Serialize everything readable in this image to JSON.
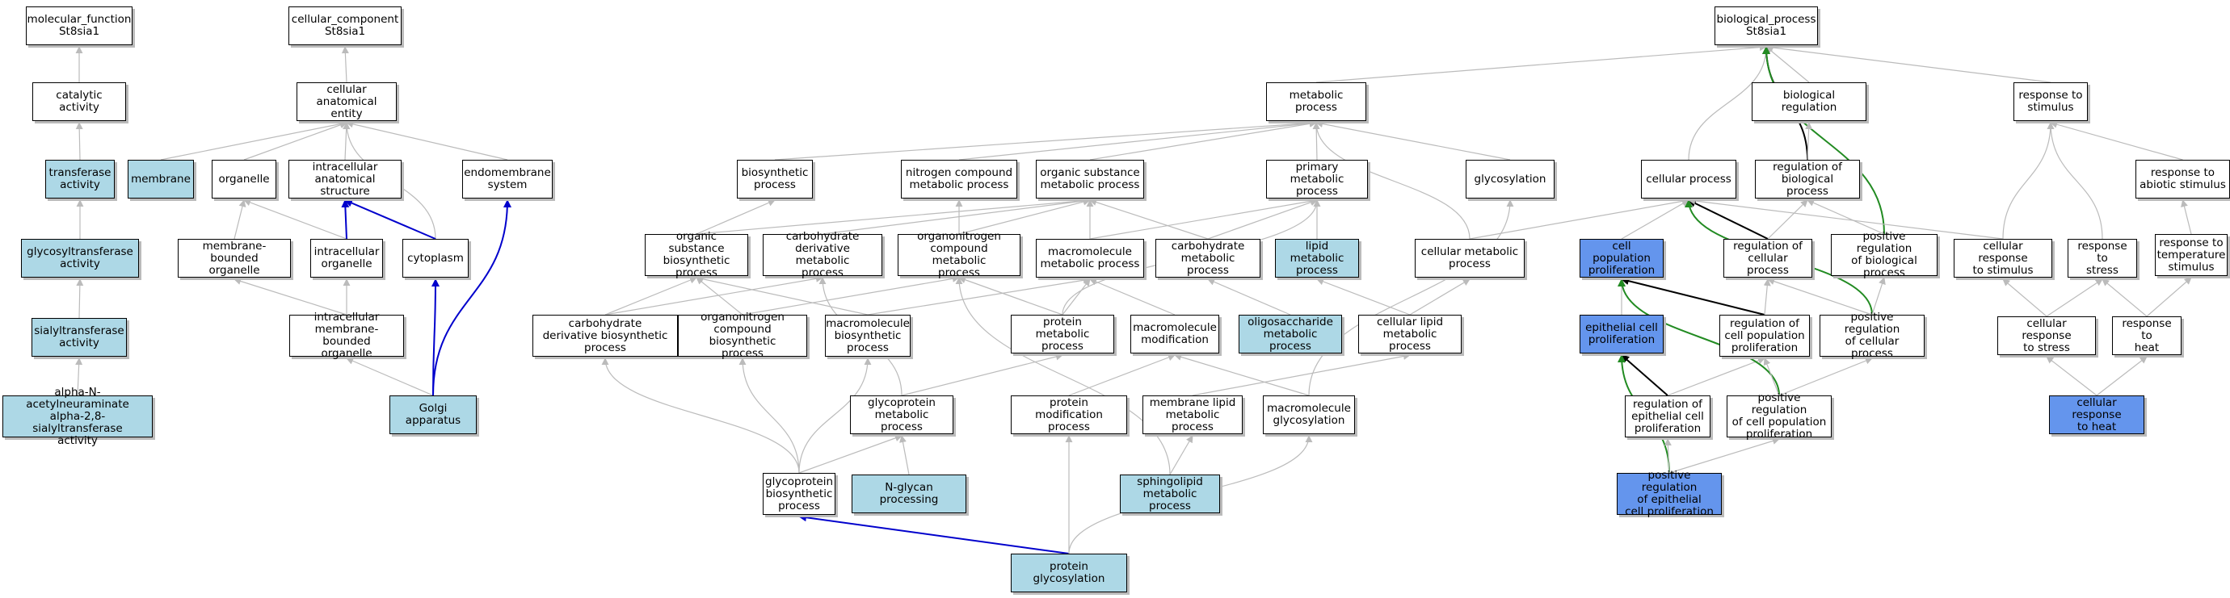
{
  "colors": {
    "plain": "#ffffff",
    "light_blue": "#add8e6",
    "focus_blue": "#6495ed",
    "edge_is_a": "#bbbbbb",
    "edge_part_of": "#0000cc",
    "edge_regulates": "#000000",
    "edge_pos_regulates": "#228b22"
  },
  "nodes": {
    "mf_root": {
      "label": "molecular_function\nSt8sia1",
      "style": "plain"
    },
    "catalytic": {
      "label": "catalytic activity",
      "style": "plain"
    },
    "transferase": {
      "label": "transferase\nactivity",
      "style": "light_blue"
    },
    "glycosyltransferase": {
      "label": "glycosyltransferase\nactivity",
      "style": "light_blue"
    },
    "sialyltransferase": {
      "label": "sialyltransferase\nactivity",
      "style": "light_blue"
    },
    "alpha_n": {
      "label": "alpha-N-acetylneuraminate\nalpha-2,8-sialyltransferase\nactivity",
      "style": "light_blue"
    },
    "cc_root": {
      "label": "cellular_component\nSt8sia1",
      "style": "plain"
    },
    "cae": {
      "label": "cellular anatomical\nentity",
      "style": "plain"
    },
    "membrane": {
      "label": "membrane",
      "style": "light_blue"
    },
    "organelle": {
      "label": "organelle",
      "style": "plain"
    },
    "ias": {
      "label": "intracellular\nanatomical structure",
      "style": "plain"
    },
    "endomembrane": {
      "label": "endomembrane\nsystem",
      "style": "plain"
    },
    "mbo": {
      "label": "membrane-bounded\norganelle",
      "style": "plain"
    },
    "io": {
      "label": "intracellular\norganelle",
      "style": "plain"
    },
    "cytoplasm": {
      "label": "cytoplasm",
      "style": "plain"
    },
    "imbo": {
      "label": "intracellular\nmembrane-bounded\norganelle",
      "style": "plain"
    },
    "golgi": {
      "label": "Golgi apparatus",
      "style": "light_blue"
    },
    "bp_root": {
      "label": "biological_process\nSt8sia1",
      "style": "plain"
    },
    "metabolic": {
      "label": "metabolic process",
      "style": "plain"
    },
    "bioreg": {
      "label": "biological regulation",
      "style": "plain"
    },
    "resp_stim": {
      "label": "response to\nstimulus",
      "style": "plain"
    },
    "biosynthetic": {
      "label": "biosynthetic\nprocess",
      "style": "plain"
    },
    "ncmp": {
      "label": "nitrogen compound\nmetabolic process",
      "style": "plain"
    },
    "osmp": {
      "label": "organic substance\nmetabolic process",
      "style": "plain"
    },
    "pmp": {
      "label": "primary metabolic\nprocess",
      "style": "plain"
    },
    "glycosylation": {
      "label": "glycosylation",
      "style": "plain"
    },
    "cellular_process": {
      "label": "cellular process",
      "style": "plain"
    },
    "reg_bp": {
      "label": "regulation of\nbiological process",
      "style": "plain"
    },
    "resp_abiotic": {
      "label": "response to\nabiotic stimulus",
      "style": "plain"
    },
    "osbp": {
      "label": "organic substance\nbiosynthetic\nprocess",
      "style": "plain"
    },
    "cdmp": {
      "label": "carbohydrate\nderivative metabolic\nprocess",
      "style": "plain"
    },
    "ocmp": {
      "label": "organonitrogen\ncompound metabolic\nprocess",
      "style": "plain"
    },
    "mmp": {
      "label": "macromolecule\nmetabolic process",
      "style": "plain"
    },
    "carb_mp": {
      "label": "carbohydrate\nmetabolic process",
      "style": "plain"
    },
    "lipid_mp": {
      "label": "lipid metabolic\nprocess",
      "style": "light_blue"
    },
    "cell_mp": {
      "label": "cellular metabolic\nprocess",
      "style": "plain"
    },
    "cpp": {
      "label": "cell population\nproliferation",
      "style": "focus_blue"
    },
    "reg_cp": {
      "label": "regulation of\ncellular process",
      "style": "plain"
    },
    "pos_reg_bp": {
      "label": "positive regulation\nof biological\nprocess",
      "style": "plain"
    },
    "cell_resp_stim": {
      "label": "cellular response\nto stimulus",
      "style": "plain"
    },
    "resp_stress": {
      "label": "response to\nstress",
      "style": "plain"
    },
    "resp_temp": {
      "label": "response to\ntemperature\nstimulus",
      "style": "plain"
    },
    "cdbp": {
      "label": "carbohydrate\nderivative biosynthetic\nprocess",
      "style": "plain"
    },
    "ocbp": {
      "label": "organonitrogen\ncompound biosynthetic\nprocess",
      "style": "plain"
    },
    "macro_bp": {
      "label": "macromolecule\nbiosynthetic\nprocess",
      "style": "plain"
    },
    "protein_mp": {
      "label": "protein metabolic\nprocess",
      "style": "plain"
    },
    "macro_mod": {
      "label": "macromolecule\nmodification",
      "style": "plain"
    },
    "oligo_mp": {
      "label": "oligosaccharide\nmetabolic process",
      "style": "light_blue"
    },
    "cell_lipid_mp": {
      "label": "cellular lipid\nmetabolic process",
      "style": "plain"
    },
    "epi_prolif": {
      "label": "epithelial cell\nproliferation",
      "style": "focus_blue"
    },
    "reg_cpp": {
      "label": "regulation of\ncell population\nproliferation",
      "style": "plain"
    },
    "pos_reg_cp": {
      "label": "positive regulation\nof cellular\nprocess",
      "style": "plain"
    },
    "cell_resp_stress": {
      "label": "cellular response\nto stress",
      "style": "plain"
    },
    "resp_heat": {
      "label": "response to\nheat",
      "style": "plain"
    },
    "glycoprotein_mp": {
      "label": "glycoprotein\nmetabolic process",
      "style": "plain"
    },
    "protein_mod": {
      "label": "protein modification\nprocess",
      "style": "plain"
    },
    "mlmp": {
      "label": "membrane lipid\nmetabolic process",
      "style": "plain"
    },
    "macro_glyc": {
      "label": "macromolecule\nglycosylation",
      "style": "plain"
    },
    "reg_epi": {
      "label": "regulation of\nepithelial cell\nproliferation",
      "style": "plain"
    },
    "pos_reg_cpp": {
      "label": "positive regulation\nof cell population\nproliferation",
      "style": "plain"
    },
    "cell_resp_heat": {
      "label": "cellular response\nto heat",
      "style": "focus_blue"
    },
    "glycoprotein_bp": {
      "label": "glycoprotein\nbiosynthetic\nprocess",
      "style": "plain"
    },
    "nglycan": {
      "label": "N-glycan processing",
      "style": "light_blue"
    },
    "sphingo": {
      "label": "sphingolipid\nmetabolic process",
      "style": "light_blue"
    },
    "pos_reg_epi": {
      "label": "positive regulation\nof epithelial\ncell proliferation",
      "style": "focus_blue"
    },
    "protein_glyc": {
      "label": "protein glycosylation",
      "style": "light_blue"
    }
  },
  "edges": [
    {
      "from": "catalytic",
      "to": "mf_root",
      "type": "is_a"
    },
    {
      "from": "transferase",
      "to": "catalytic",
      "type": "is_a"
    },
    {
      "from": "glycosyltransferase",
      "to": "transferase",
      "type": "is_a"
    },
    {
      "from": "sialyltransferase",
      "to": "glycosyltransferase",
      "type": "is_a"
    },
    {
      "from": "alpha_n",
      "to": "sialyltransferase",
      "type": "is_a"
    },
    {
      "from": "cae",
      "to": "cc_root",
      "type": "is_a"
    },
    {
      "from": "membrane",
      "to": "cae",
      "type": "is_a"
    },
    {
      "from": "organelle",
      "to": "cae",
      "type": "is_a"
    },
    {
      "from": "ias",
      "to": "cae",
      "type": "is_a"
    },
    {
      "from": "endomembrane",
      "to": "cae",
      "type": "is_a"
    },
    {
      "from": "cytoplasm",
      "to": "cae",
      "type": "is_a"
    },
    {
      "from": "mbo",
      "to": "organelle",
      "type": "is_a"
    },
    {
      "from": "io",
      "to": "organelle",
      "type": "is_a"
    },
    {
      "from": "io",
      "to": "ias",
      "type": "part_of"
    },
    {
      "from": "cytoplasm",
      "to": "ias",
      "type": "part_of"
    },
    {
      "from": "imbo",
      "to": "mbo",
      "type": "is_a"
    },
    {
      "from": "imbo",
      "to": "io",
      "type": "is_a"
    },
    {
      "from": "golgi",
      "to": "imbo",
      "type": "is_a"
    },
    {
      "from": "golgi",
      "to": "cytoplasm",
      "type": "part_of"
    },
    {
      "from": "golgi",
      "to": "endomembrane",
      "type": "part_of"
    },
    {
      "from": "metabolic",
      "to": "bp_root",
      "type": "is_a"
    },
    {
      "from": "bioreg",
      "to": "bp_root",
      "type": "is_a"
    },
    {
      "from": "resp_stim",
      "to": "bp_root",
      "type": "is_a"
    },
    {
      "from": "cellular_process",
      "to": "bp_root",
      "type": "is_a"
    },
    {
      "from": "reg_bp",
      "to": "bp_root",
      "type": "regulates"
    },
    {
      "from": "pos_reg_bp",
      "to": "bp_root",
      "type": "pos_regulates"
    },
    {
      "from": "biosynthetic",
      "to": "metabolic",
      "type": "is_a"
    },
    {
      "from": "ncmp",
      "to": "metabolic",
      "type": "is_a"
    },
    {
      "from": "osmp",
      "to": "metabolic",
      "type": "is_a"
    },
    {
      "from": "pmp",
      "to": "metabolic",
      "type": "is_a"
    },
    {
      "from": "glycosylation",
      "to": "metabolic",
      "type": "is_a"
    },
    {
      "from": "cell_mp",
      "to": "metabolic",
      "type": "is_a"
    },
    {
      "from": "reg_bp",
      "to": "bioreg",
      "type": "is_a"
    },
    {
      "from": "resp_abiotic",
      "to": "resp_stim",
      "type": "is_a"
    },
    {
      "from": "cell_resp_stim",
      "to": "resp_stim",
      "type": "is_a"
    },
    {
      "from": "resp_stress",
      "to": "resp_stim",
      "type": "is_a"
    },
    {
      "from": "resp_temp",
      "to": "resp_abiotic",
      "type": "is_a"
    },
    {
      "from": "osbp",
      "to": "biosynthetic",
      "type": "is_a"
    },
    {
      "from": "osbp",
      "to": "osmp",
      "type": "is_a"
    },
    {
      "from": "cdmp",
      "to": "osmp",
      "type": "is_a"
    },
    {
      "from": "ocmp",
      "to": "osmp",
      "type": "is_a"
    },
    {
      "from": "ocmp",
      "to": "ncmp",
      "type": "is_a"
    },
    {
      "from": "mmp",
      "to": "osmp",
      "type": "is_a"
    },
    {
      "from": "mmp",
      "to": "pmp",
      "type": "is_a"
    },
    {
      "from": "carb_mp",
      "to": "osmp",
      "type": "is_a"
    },
    {
      "from": "carb_mp",
      "to": "pmp",
      "type": "is_a"
    },
    {
      "from": "lipid_mp",
      "to": "pmp",
      "type": "is_a"
    },
    {
      "from": "protein_mp",
      "to": "pmp",
      "type": "is_a"
    },
    {
      "from": "cdbp",
      "to": "osbp",
      "type": "is_a"
    },
    {
      "from": "cdbp",
      "to": "cdmp",
      "type": "is_a"
    },
    {
      "from": "ocbp",
      "to": "osbp",
      "type": "is_a"
    },
    {
      "from": "ocbp",
      "to": "ocmp",
      "type": "is_a"
    },
    {
      "from": "macro_bp",
      "to": "osbp",
      "type": "is_a"
    },
    {
      "from": "macro_bp",
      "to": "mmp",
      "type": "is_a"
    },
    {
      "from": "protein_mp",
      "to": "ocmp",
      "type": "is_a"
    },
    {
      "from": "protein_mp",
      "to": "mmp",
      "type": "is_a"
    },
    {
      "from": "macro_mod",
      "to": "mmp",
      "type": "is_a"
    },
    {
      "from": "oligo_mp",
      "to": "carb_mp",
      "type": "is_a"
    },
    {
      "from": "cell_lipid_mp",
      "to": "lipid_mp",
      "type": "is_a"
    },
    {
      "from": "cell_lipid_mp",
      "to": "cell_mp",
      "type": "is_a"
    },
    {
      "from": "glycoprotein_mp",
      "to": "protein_mp",
      "type": "is_a"
    },
    {
      "from": "glycoprotein_mp",
      "to": "cdmp",
      "type": "is_a"
    },
    {
      "from": "protein_mod",
      "to": "macro_mod",
      "type": "is_a"
    },
    {
      "from": "mlmp",
      "to": "cell_lipid_mp",
      "type": "is_a"
    },
    {
      "from": "macro_glyc",
      "to": "macro_mod",
      "type": "is_a"
    },
    {
      "from": "macro_glyc",
      "to": "glycosylation",
      "type": "is_a"
    },
    {
      "from": "glycoprotein_bp",
      "to": "glycoprotein_mp",
      "type": "is_a"
    },
    {
      "from": "glycoprotein_bp",
      "to": "cdbp",
      "type": "is_a"
    },
    {
      "from": "glycoprotein_bp",
      "to": "ocbp",
      "type": "is_a"
    },
    {
      "from": "glycoprotein_bp",
      "to": "macro_bp",
      "type": "is_a"
    },
    {
      "from": "nglycan",
      "to": "glycoprotein_mp",
      "type": "is_a"
    },
    {
      "from": "sphingo",
      "to": "mlmp",
      "type": "is_a"
    },
    {
      "from": "sphingo",
      "to": "ocmp",
      "type": "is_a"
    },
    {
      "from": "protein_glyc",
      "to": "glycoprotein_bp",
      "type": "part_of"
    },
    {
      "from": "protein_glyc",
      "to": "protein_mod",
      "type": "is_a"
    },
    {
      "from": "protein_glyc",
      "to": "macro_glyc",
      "type": "is_a"
    },
    {
      "from": "cell_mp",
      "to": "cellular_process",
      "type": "is_a"
    },
    {
      "from": "cpp",
      "to": "cellular_process",
      "type": "is_a"
    },
    {
      "from": "reg_cp",
      "to": "cellular_process",
      "type": "regulates"
    },
    {
      "from": "reg_cp",
      "to": "reg_bp",
      "type": "is_a"
    },
    {
      "from": "pos_reg_bp",
      "to": "reg_bp",
      "type": "is_a"
    },
    {
      "from": "pos_reg_cp",
      "to": "cellular_process",
      "type": "pos_regulates"
    },
    {
      "from": "cell_resp_stim",
      "to": "cellular_process",
      "type": "is_a"
    },
    {
      "from": "epi_prolif",
      "to": "cpp",
      "type": "is_a"
    },
    {
      "from": "reg_cpp",
      "to": "cpp",
      "type": "regulates"
    },
    {
      "from": "reg_cpp",
      "to": "reg_cp",
      "type": "is_a"
    },
    {
      "from": "pos_reg_cp",
      "to": "reg_cp",
      "type": "is_a"
    },
    {
      "from": "pos_reg_cp",
      "to": "pos_reg_bp",
      "type": "is_a"
    },
    {
      "from": "reg_epi",
      "to": "epi_prolif",
      "type": "regulates"
    },
    {
      "from": "reg_epi",
      "to": "reg_cpp",
      "type": "is_a"
    },
    {
      "from": "pos_reg_cpp",
      "to": "cpp",
      "type": "pos_regulates"
    },
    {
      "from": "pos_reg_cpp",
      "to": "reg_cpp",
      "type": "is_a"
    },
    {
      "from": "pos_reg_cpp",
      "to": "pos_reg_cp",
      "type": "is_a"
    },
    {
      "from": "pos_reg_epi",
      "to": "epi_prolif",
      "type": "pos_regulates"
    },
    {
      "from": "pos_reg_epi",
      "to": "reg_epi",
      "type": "is_a"
    },
    {
      "from": "pos_reg_epi",
      "to": "pos_reg_cpp",
      "type": "is_a"
    },
    {
      "from": "cell_resp_stress",
      "to": "cell_resp_stim",
      "type": "is_a"
    },
    {
      "from": "cell_resp_stress",
      "to": "resp_stress",
      "type": "is_a"
    },
    {
      "from": "resp_heat",
      "to": "resp_stress",
      "type": "is_a"
    },
    {
      "from": "resp_heat",
      "to": "resp_temp",
      "type": "is_a"
    },
    {
      "from": "cell_resp_heat",
      "to": "cell_resp_stress",
      "type": "is_a"
    },
    {
      "from": "cell_resp_heat",
      "to": "resp_heat",
      "type": "is_a"
    }
  ]
}
